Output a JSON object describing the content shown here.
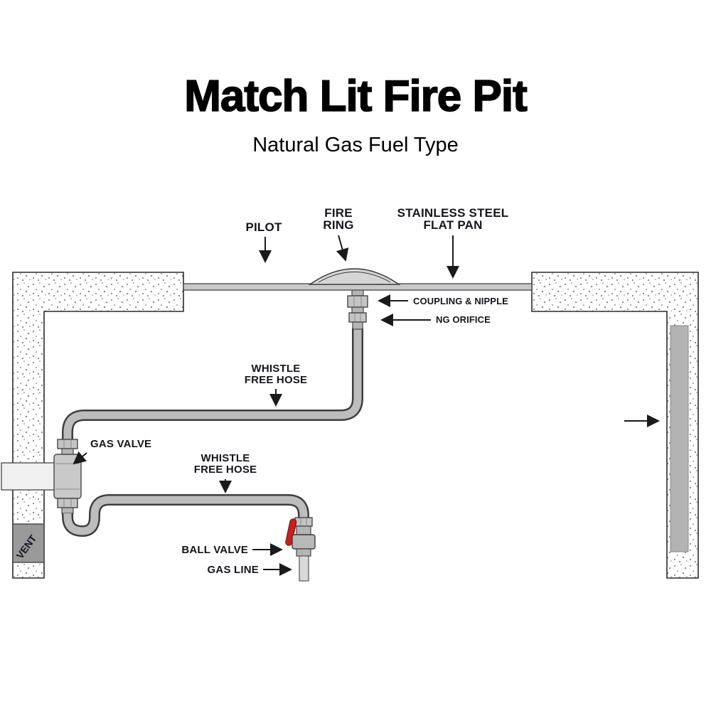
{
  "header": {
    "title": "Match Lit Fire Pit",
    "subtitle": "Natural Gas Fuel Type"
  },
  "diagram": {
    "labels": {
      "pilot": "PILOT",
      "fire_ring": [
        "FIRE",
        "RING"
      ],
      "flat_pan": [
        "STAINLESS STEEL",
        "FLAT PAN"
      ],
      "coupling_nipple": "COUPLING & NIPPLE",
      "ng_orifice": "NG ORIFICE",
      "whistle_hose_upper": [
        "WHISTLE",
        "FREE HOSE"
      ],
      "gas_valve": "GAS VALVE",
      "whistle_hose_lower": [
        "WHISTLE",
        "FREE HOSE"
      ],
      "ball_valve": "BALL VALVE",
      "gas_line": "GAS LINE",
      "vent": "VENT"
    },
    "colors": {
      "label_text": "#15151c",
      "hose_outline": "#3f3f3f",
      "hose_inner": "#bdbdbd",
      "pan_fill": "#c9c9c9",
      "fire_ring_fill": "#d6d6d6",
      "fitting_fill": "#c4c4c4",
      "vent_block": "#9a9a9a",
      "right_wall_strip": "#b3b3b3",
      "ball_valve_handle": "#c81f1f",
      "gas_line_pipe": "#d9d9d9",
      "background": "#ffffff"
    }
  }
}
